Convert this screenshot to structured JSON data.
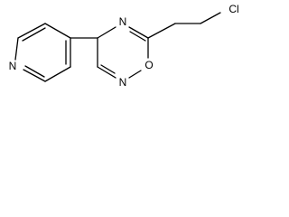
{
  "molecule": {
    "atoms": {
      "pyridine_n": "N",
      "oxadiazole_n4": "N",
      "oxadiazole_n2": "N",
      "oxadiazole_o1": "O",
      "chlorine": "Cl"
    }
  }
}
